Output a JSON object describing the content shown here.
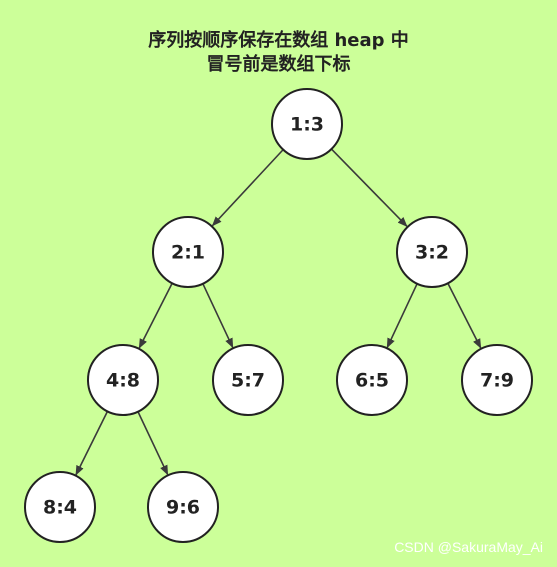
{
  "captions": {
    "line1": "序列按顺序保存在数组 heap 中",
    "line2": "冒号前是数组下标"
  },
  "nodes": [
    {
      "id": "1",
      "label": "1:3"
    },
    {
      "id": "2",
      "label": "2:1"
    },
    {
      "id": "3",
      "label": "3:2"
    },
    {
      "id": "4",
      "label": "4:8"
    },
    {
      "id": "5",
      "label": "5:7"
    },
    {
      "id": "6",
      "label": "6:5"
    },
    {
      "id": "7",
      "label": "7:9"
    },
    {
      "id": "8",
      "label": "8:4"
    },
    {
      "id": "9",
      "label": "9:6"
    }
  ],
  "edges": [
    {
      "from": "1",
      "to": "2"
    },
    {
      "from": "1",
      "to": "3"
    },
    {
      "from": "2",
      "to": "4"
    },
    {
      "from": "2",
      "to": "5"
    },
    {
      "from": "3",
      "to": "6"
    },
    {
      "from": "3",
      "to": "7"
    },
    {
      "from": "4",
      "to": "8"
    },
    {
      "from": "4",
      "to": "9"
    }
  ],
  "watermark": "CSDN @SakuraMay_Ai",
  "colors": {
    "background": "#ccff99",
    "node_fill": "#ffffff",
    "stroke": "#222222"
  }
}
